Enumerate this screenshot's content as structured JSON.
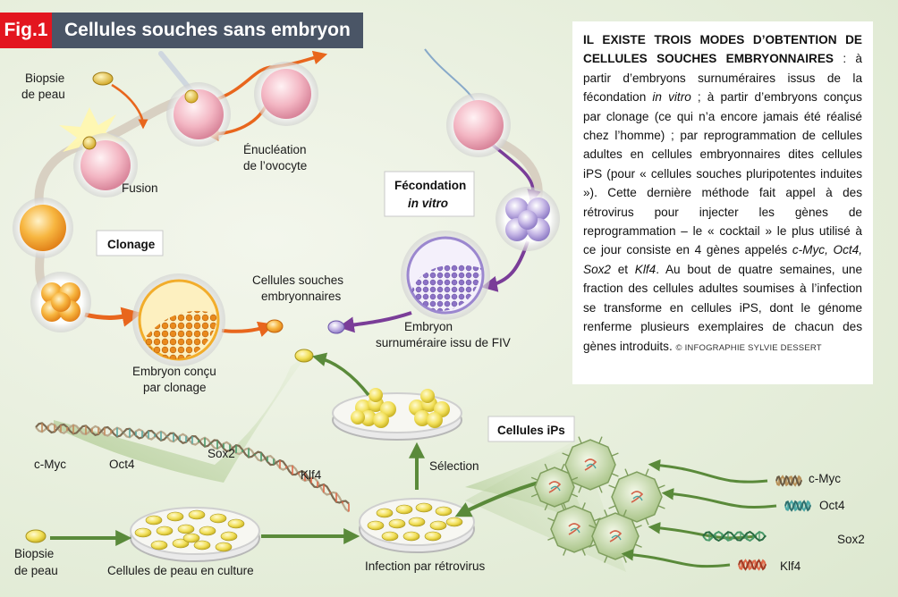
{
  "header": {
    "fig_num": "Fig.1",
    "title": "Cellules souches sans embryon"
  },
  "info": {
    "lead": "IL EXISTE TROIS MODES D’OBTENTION DE CELLULES SOUCHES EMBRYONNAIRES",
    "p1": " : à partir d’embryons surnuméraires issus de la fécondation ",
    "p1_em": "in vitro",
    "p2": " ; à partir d’embryons conçus par clonage (ce qui n’a encore jamais été réalisé chez l’homme) ; par reprogrammation de cellules adultes en cellules embryonnaires dites cellules iPS (pour « cellules souches pluripotentes induites »). Cette dernière méthode fait appel à des rétrovirus pour injecter les gènes de reprogrammation – le « cocktail » le plus utilisé à ce jour consiste en 4 gènes appelés ",
    "genes": "c-Myc, Oct4, Sox2",
    "p3": " et ",
    "gene4": "Klf4",
    "p4": ". Au bout de quatre semaines, une fraction des cellules adultes soumises à l’infection se transforme en cellules iPS, dont le génome renferme plusieurs exemplaires de chacun des gènes introduits.",
    "credit": "© INFOGRAPHIE SYLVIE DESSERT"
  },
  "labels": {
    "biopsie1_l1": "Biopsie",
    "biopsie1_l2": "de peau",
    "fusion": "Fusion",
    "enucleation_l1": "Énucléation",
    "enucleation_l2": "de l’ovocyte",
    "clonage": "Clonage",
    "fecondation_l1": "Fécondation",
    "fecondation_l2": "in vitro",
    "cellules_souches_l1": "Cellules souches",
    "cellules_souches_l2": "embryonnaires",
    "embryon_clone_l1": "Embryon conçu",
    "embryon_clone_l2": "par clonage",
    "embryon_fiv_l1": "Embryon",
    "embryon_fiv_l2": "surnuméraire issu de FIV",
    "cmyc": "c-Myc",
    "oct4": "Oct4",
    "sox2": "Sox2",
    "klf4": "Klf4",
    "selection": "Sélection",
    "cellules_ips": "Cellules iPs",
    "biopsie2_l1": "Biopsie",
    "biopsie2_l2": "de peau",
    "culture": "Cellules de peau en culture",
    "infection": "Infection par rétrovirus",
    "r_cmyc": "c-Myc",
    "r_oct4": "Oct4",
    "r_sox2": "Sox2",
    "r_klf4": "Klf4"
  },
  "colors": {
    "orange_arrow": "#e8661d",
    "purple_arrow": "#7a3d98",
    "green_arrow": "#5a8a3a",
    "red_tag": "#e3161f",
    "title_bar": "#4a5566"
  }
}
